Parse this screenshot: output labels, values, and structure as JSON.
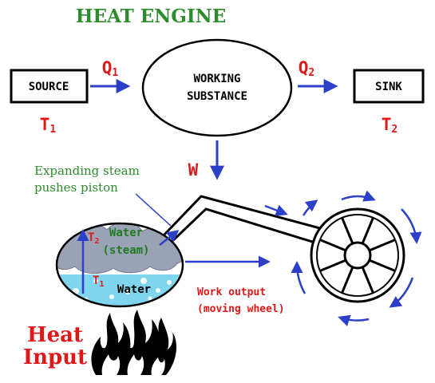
{
  "title": "HEAT ENGINE",
  "source": {
    "label": "SOURCE",
    "temp": "T",
    "temp_sub": "1"
  },
  "working_substance": {
    "line1": "WORKING",
    "line2": "SUBSTANCE"
  },
  "sink": {
    "label": "SINK",
    "temp": "T",
    "temp_sub": "2"
  },
  "q1": {
    "text": "Q",
    "sub": "1"
  },
  "q2": {
    "text": "Q",
    "sub": "2"
  },
  "work": "W",
  "annotation": {
    "line1": "Expanding steam",
    "line2": "pushes piston"
  },
  "boiler": {
    "steam_line1": "Water",
    "steam_line2": "(steam)",
    "water_label": "Water",
    "t2": {
      "text": "T",
      "sub": "2"
    },
    "t1": {
      "text": "T",
      "sub": "1"
    }
  },
  "work_output": {
    "line1": "Work output",
    "line2": "(moving wheel)"
  },
  "heat_input": {
    "line1": "Heat",
    "line2": "Input"
  },
  "colors": {
    "title": "#2e8b2e",
    "red": "#e01818",
    "blue": "#2c3fc8",
    "annotation_green": "#2e8b2e",
    "steam_cloud": "#9aa3b5",
    "water": "#7fd4ee"
  },
  "icons": [
    "right-arrow-icon",
    "down-arrow-icon",
    "flame-icon",
    "rotation-arrow-icon",
    "wheel-icon"
  ]
}
